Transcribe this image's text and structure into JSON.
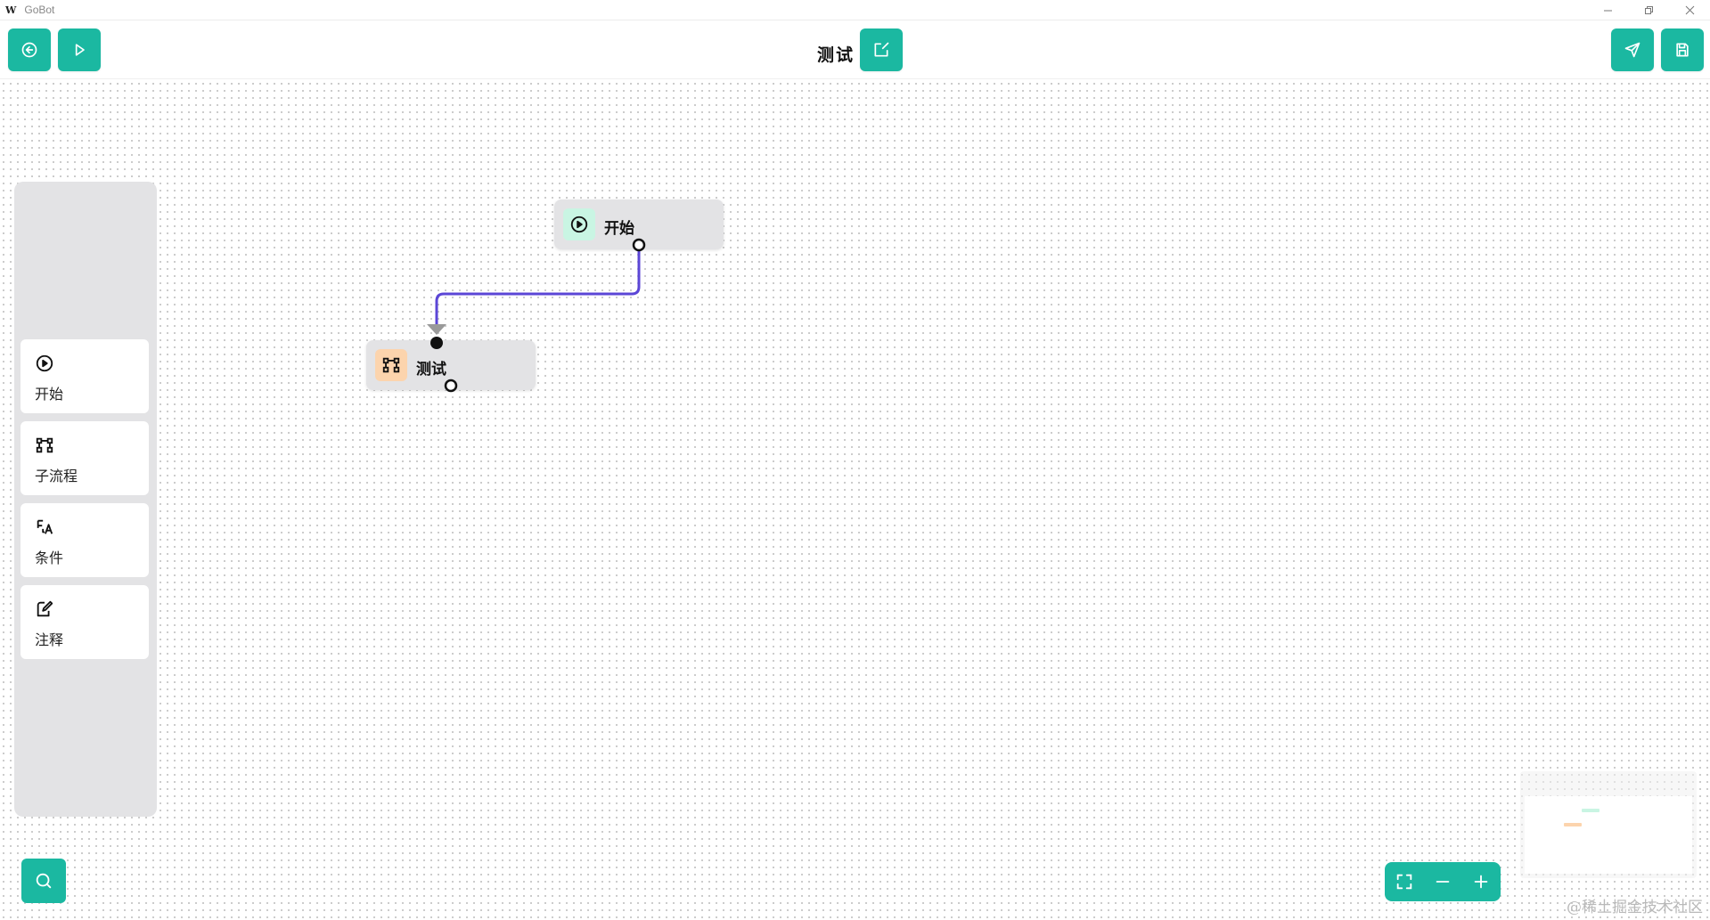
{
  "window": {
    "logo": "W",
    "title": "GoBot"
  },
  "toolbar": {
    "flow_title": "测试",
    "buttons": [
      "back-icon",
      "run-icon",
      "edit-icon",
      "send-icon",
      "save-icon"
    ]
  },
  "palette": {
    "items": [
      {
        "label": "开始",
        "icon": "play-circle-icon"
      },
      {
        "label": "子流程",
        "icon": "subflow-icon"
      },
      {
        "label": "条件",
        "icon": "condition-icon"
      },
      {
        "label": "注释",
        "icon": "note-icon"
      }
    ]
  },
  "nodes": [
    {
      "label": "开始",
      "icon": "play-circle-icon",
      "icon_bg": "#c9f5e3"
    },
    {
      "label": "测试",
      "icon": "subflow-icon",
      "icon_bg": "#fcd4ad"
    }
  ],
  "edge_color": "#5b46d6",
  "accent": "#1bb8a1",
  "watermark": "@稀土掘金技术社区"
}
